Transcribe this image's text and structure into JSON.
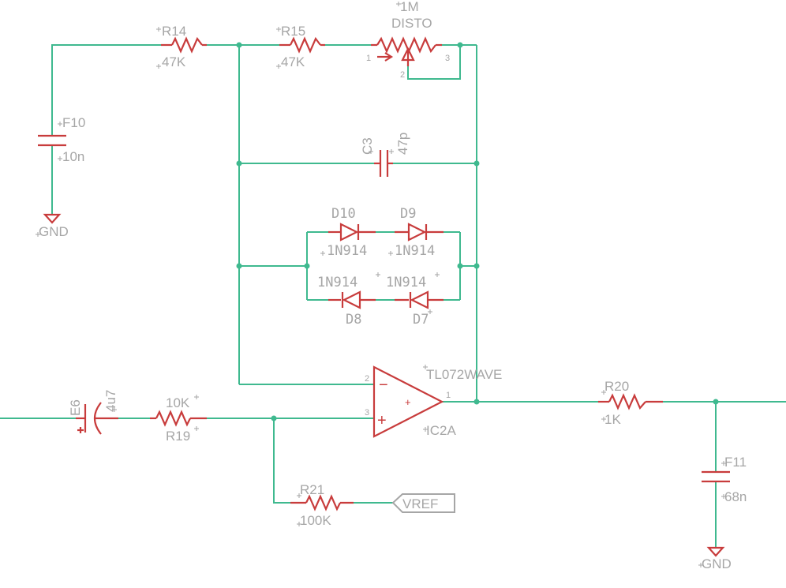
{
  "components": {
    "r14": {
      "ref": "R14",
      "value": "47K"
    },
    "r15": {
      "ref": "R15",
      "value": "47K"
    },
    "pot": {
      "value": "1M",
      "ref": "DISTO",
      "pin1": "1",
      "pin2": "2",
      "pin3": "3"
    },
    "f10": {
      "ref": "F10",
      "value": "10n"
    },
    "c3": {
      "ref": "C3",
      "value": "47p"
    },
    "d10": {
      "ref": "D10",
      "value": "1N914"
    },
    "d9": {
      "ref": "D9",
      "value": "1N914"
    },
    "d8": {
      "ref": "D8",
      "value": "1N914"
    },
    "d7": {
      "ref": "D7",
      "value": "1N914"
    },
    "opamp": {
      "value": "TL072WAVE",
      "ref": "IC2A",
      "pin_minus": "2",
      "pin_plus": "3",
      "pin_out": "1",
      "minus_sign": "−",
      "plus_sign": "+",
      "center_sign": "+"
    },
    "e6": {
      "ref": "E6",
      "value": "4u7"
    },
    "r19": {
      "ref": "R19",
      "value": "10K"
    },
    "r21": {
      "ref": "R21",
      "value": "100K"
    },
    "r20": {
      "ref": "R20",
      "value": "1K"
    },
    "f11": {
      "ref": "F11",
      "value": "68n"
    }
  },
  "nets": {
    "gnd1": "GND",
    "gnd2": "GND",
    "vref": "VREF"
  },
  "colors": {
    "wire": "#3fb98f",
    "part": "#c83c3c",
    "label": "#a6a6a6",
    "background": "#ffffff"
  }
}
